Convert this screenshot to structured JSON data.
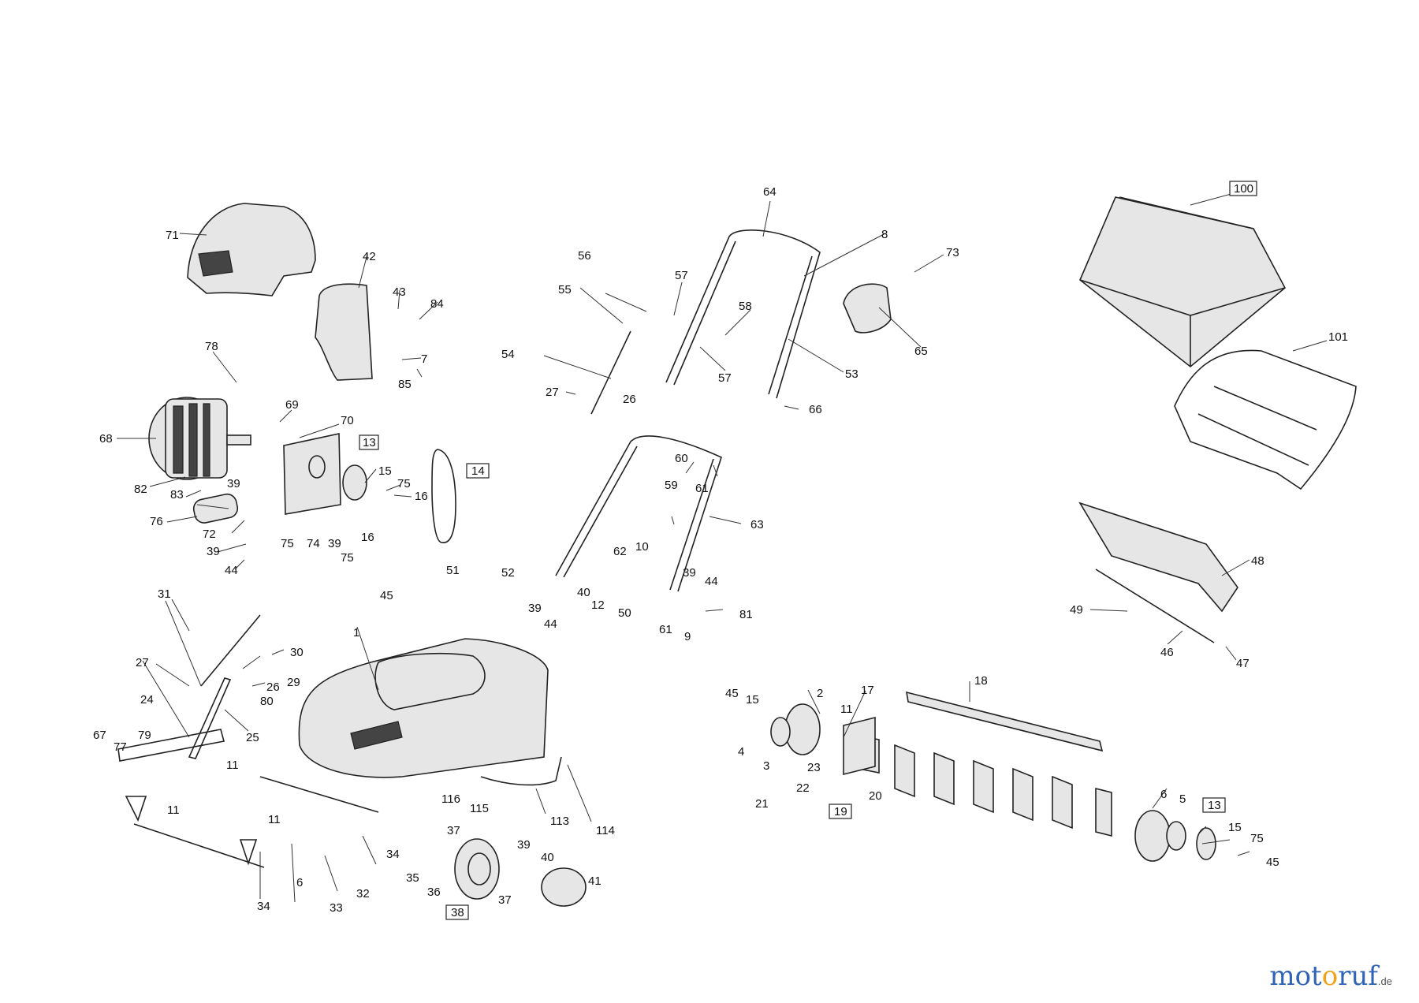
{
  "diagram": {
    "labels": [
      {
        "id": "p1",
        "text": "1"
      },
      {
        "id": "p2",
        "text": "2"
      },
      {
        "id": "p3",
        "text": "3"
      },
      {
        "id": "p4",
        "text": "4"
      },
      {
        "id": "p5",
        "text": "5"
      },
      {
        "id": "p6a",
        "text": "6"
      },
      {
        "id": "p6b",
        "text": "6"
      },
      {
        "id": "p7",
        "text": "7"
      },
      {
        "id": "p8",
        "text": "8"
      },
      {
        "id": "p9",
        "text": "9"
      },
      {
        "id": "p10",
        "text": "10"
      },
      {
        "id": "p11a",
        "text": "11"
      },
      {
        "id": "p11b",
        "text": "11"
      },
      {
        "id": "p11c",
        "text": "11"
      },
      {
        "id": "p11d",
        "text": "11"
      },
      {
        "id": "p12",
        "text": "12"
      },
      {
        "id": "p13a",
        "text": "13",
        "boxed": true
      },
      {
        "id": "p13b",
        "text": "13",
        "boxed": true
      },
      {
        "id": "p14",
        "text": "14",
        "boxed": true
      },
      {
        "id": "p15a",
        "text": "15"
      },
      {
        "id": "p15b",
        "text": "15"
      },
      {
        "id": "p15c",
        "text": "15"
      },
      {
        "id": "p16a",
        "text": "16"
      },
      {
        "id": "p16b",
        "text": "16"
      },
      {
        "id": "p17",
        "text": "17"
      },
      {
        "id": "p18",
        "text": "18"
      },
      {
        "id": "p19",
        "text": "19",
        "boxed": true
      },
      {
        "id": "p20",
        "text": "20"
      },
      {
        "id": "p21",
        "text": "21"
      },
      {
        "id": "p22",
        "text": "22"
      },
      {
        "id": "p23",
        "text": "23"
      },
      {
        "id": "p24",
        "text": "24"
      },
      {
        "id": "p25",
        "text": "25"
      },
      {
        "id": "p26a",
        "text": "26"
      },
      {
        "id": "p26b",
        "text": "26"
      },
      {
        "id": "p27a",
        "text": "27"
      },
      {
        "id": "p27b",
        "text": "27"
      },
      {
        "id": "p29",
        "text": "29"
      },
      {
        "id": "p30",
        "text": "30"
      },
      {
        "id": "p31",
        "text": "31"
      },
      {
        "id": "p32",
        "text": "32"
      },
      {
        "id": "p33",
        "text": "33"
      },
      {
        "id": "p34a",
        "text": "34"
      },
      {
        "id": "p34b",
        "text": "34"
      },
      {
        "id": "p35",
        "text": "35"
      },
      {
        "id": "p36",
        "text": "36"
      },
      {
        "id": "p37a",
        "text": "37"
      },
      {
        "id": "p37b",
        "text": "37"
      },
      {
        "id": "p38",
        "text": "38",
        "boxed": true
      },
      {
        "id": "p39a",
        "text": "39"
      },
      {
        "id": "p39b",
        "text": "39"
      },
      {
        "id": "p39c",
        "text": "39"
      },
      {
        "id": "p39d",
        "text": "39"
      },
      {
        "id": "p39e",
        "text": "39"
      },
      {
        "id": "p39f",
        "text": "39"
      },
      {
        "id": "p40a",
        "text": "40"
      },
      {
        "id": "p40b",
        "text": "40"
      },
      {
        "id": "p41",
        "text": "41"
      },
      {
        "id": "p42",
        "text": "42"
      },
      {
        "id": "p43",
        "text": "43"
      },
      {
        "id": "p44a",
        "text": "44"
      },
      {
        "id": "p44b",
        "text": "44"
      },
      {
        "id": "p44c",
        "text": "44"
      },
      {
        "id": "p45a",
        "text": "45"
      },
      {
        "id": "p45b",
        "text": "45"
      },
      {
        "id": "p45c",
        "text": "45"
      },
      {
        "id": "p46",
        "text": "46"
      },
      {
        "id": "p47",
        "text": "47"
      },
      {
        "id": "p48",
        "text": "48"
      },
      {
        "id": "p49",
        "text": "49"
      },
      {
        "id": "p50",
        "text": "50"
      },
      {
        "id": "p51",
        "text": "51"
      },
      {
        "id": "p52",
        "text": "52"
      },
      {
        "id": "p53",
        "text": "53"
      },
      {
        "id": "p54",
        "text": "54"
      },
      {
        "id": "p55",
        "text": "55"
      },
      {
        "id": "p56",
        "text": "56"
      },
      {
        "id": "p57a",
        "text": "57"
      },
      {
        "id": "p57b",
        "text": "57"
      },
      {
        "id": "p58",
        "text": "58"
      },
      {
        "id": "p59",
        "text": "59"
      },
      {
        "id": "p60",
        "text": "60"
      },
      {
        "id": "p61a",
        "text": "61"
      },
      {
        "id": "p61b",
        "text": "61"
      },
      {
        "id": "p62",
        "text": "62"
      },
      {
        "id": "p63",
        "text": "63"
      },
      {
        "id": "p64",
        "text": "64"
      },
      {
        "id": "p65",
        "text": "65"
      },
      {
        "id": "p66",
        "text": "66"
      },
      {
        "id": "p67",
        "text": "67"
      },
      {
        "id": "p68",
        "text": "68"
      },
      {
        "id": "p69",
        "text": "69"
      },
      {
        "id": "p70",
        "text": "70"
      },
      {
        "id": "p71",
        "text": "71"
      },
      {
        "id": "p72",
        "text": "72"
      },
      {
        "id": "p73",
        "text": "73"
      },
      {
        "id": "p74",
        "text": "74"
      },
      {
        "id": "p75a",
        "text": "75"
      },
      {
        "id": "p75b",
        "text": "75"
      },
      {
        "id": "p75c",
        "text": "75"
      },
      {
        "id": "p75d",
        "text": "75"
      },
      {
        "id": "p76",
        "text": "76"
      },
      {
        "id": "p77",
        "text": "77"
      },
      {
        "id": "p78",
        "text": "78"
      },
      {
        "id": "p79",
        "text": "79"
      },
      {
        "id": "p80",
        "text": "80"
      },
      {
        "id": "p81",
        "text": "81"
      },
      {
        "id": "p82",
        "text": "82"
      },
      {
        "id": "p83",
        "text": "83"
      },
      {
        "id": "p84",
        "text": "84"
      },
      {
        "id": "p85",
        "text": "85"
      },
      {
        "id": "p100",
        "text": "100",
        "boxed": true
      },
      {
        "id": "p101",
        "text": "101"
      },
      {
        "id": "p113",
        "text": "113"
      },
      {
        "id": "p114",
        "text": "114"
      },
      {
        "id": "p115",
        "text": "115"
      },
      {
        "id": "p116",
        "text": "116"
      }
    ]
  },
  "brand": {
    "part1": "mot",
    "part2": "o",
    "part3": "ruf",
    "tld": ".de"
  },
  "colors": {
    "brand_blue": "#2f63b8",
    "brand_orange": "#f0a21c",
    "line": "#222222"
  }
}
